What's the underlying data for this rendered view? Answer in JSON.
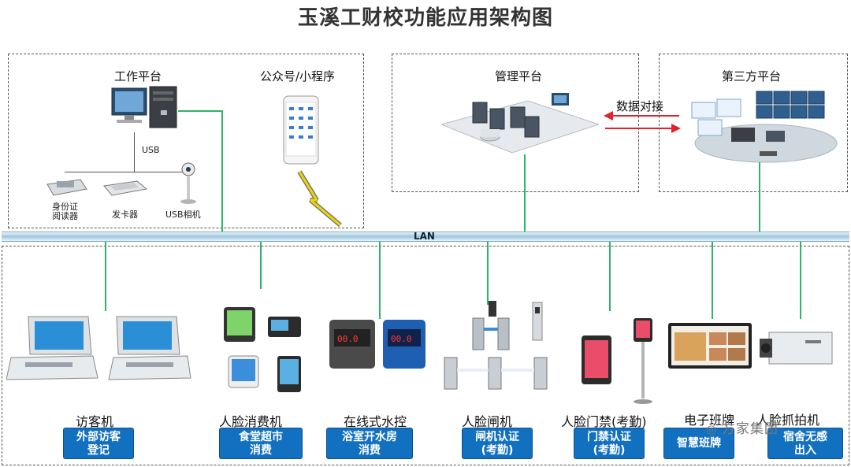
{
  "title": "玉溪工财校功能应用架构图",
  "top": {
    "work_platform": "工作平台",
    "official_account": "公众号/小程序",
    "usb": "USB",
    "id_reader": [
      "身份证",
      "阅读器"
    ],
    "card_issuer": "发卡器",
    "usb_camera": "USB相机",
    "management_platform": "管理平台",
    "third_party_platform": "第三方平台",
    "data_exchange": "数据对接"
  },
  "lan": "LAN",
  "devices": [
    {
      "name": "访客机",
      "badge": [
        "外部访客",
        "登记"
      ]
    },
    {
      "name": "人脸消费机",
      "badge": [
        "食堂超市",
        "消费"
      ]
    },
    {
      "name": "在线式水控",
      "badge": [
        "浴室开水房",
        "消费"
      ]
    },
    {
      "name": "人脸闸机",
      "badge": [
        "闸机认证",
        "(考勤)"
      ]
    },
    {
      "name": "人脸门禁(考勤)",
      "badge": [
        "门禁认证",
        "(考勤)"
      ]
    },
    {
      "name": "电子班牌",
      "badge": [
        "智慧班牌"
      ]
    },
    {
      "name": "人脸抓拍机",
      "badge": [
        "宿舍无感",
        "出入"
      ]
    }
  ],
  "watermark": "方家集团",
  "colors": {
    "lan_line": "#2fb36a",
    "badge": "#1270c0",
    "arrow": "#e0222a"
  }
}
